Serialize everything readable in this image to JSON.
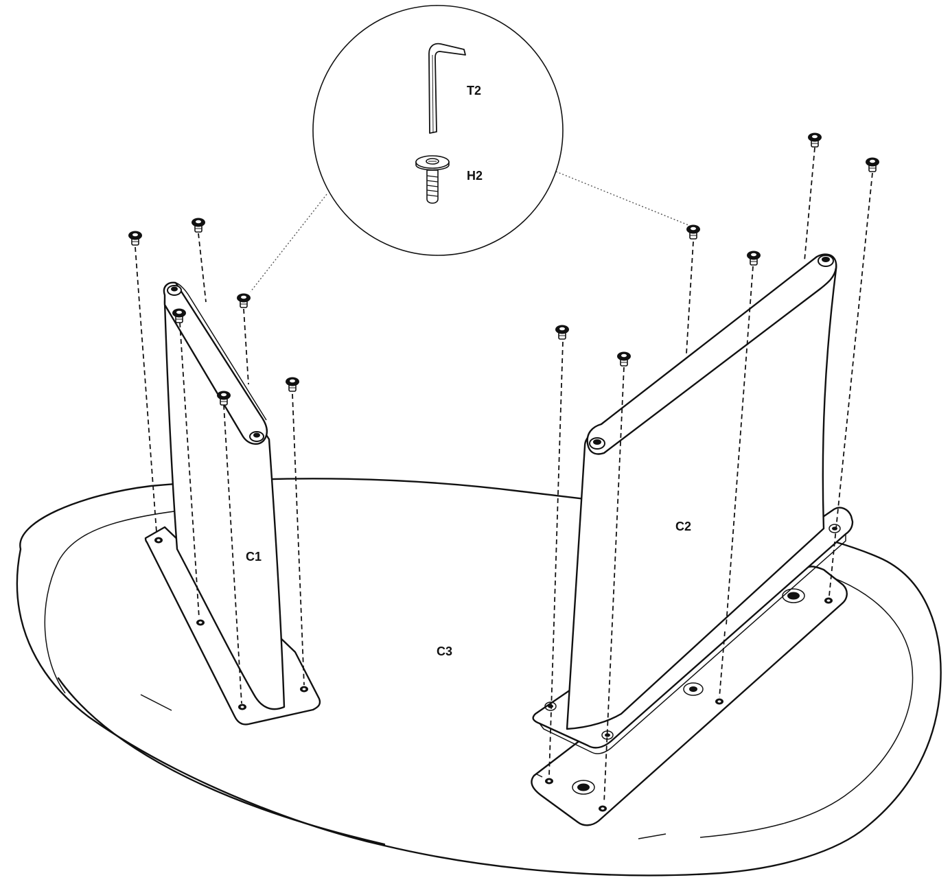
{
  "labels": {
    "t2": "T2",
    "h2": "H2",
    "c1": "C1",
    "c2": "C2",
    "c3": "C3"
  },
  "icons": {
    "allen_key": "hex-key-icon",
    "screw": "hex-socket-screw-icon"
  },
  "colors": {
    "line": "#111111",
    "background": "#ffffff"
  }
}
